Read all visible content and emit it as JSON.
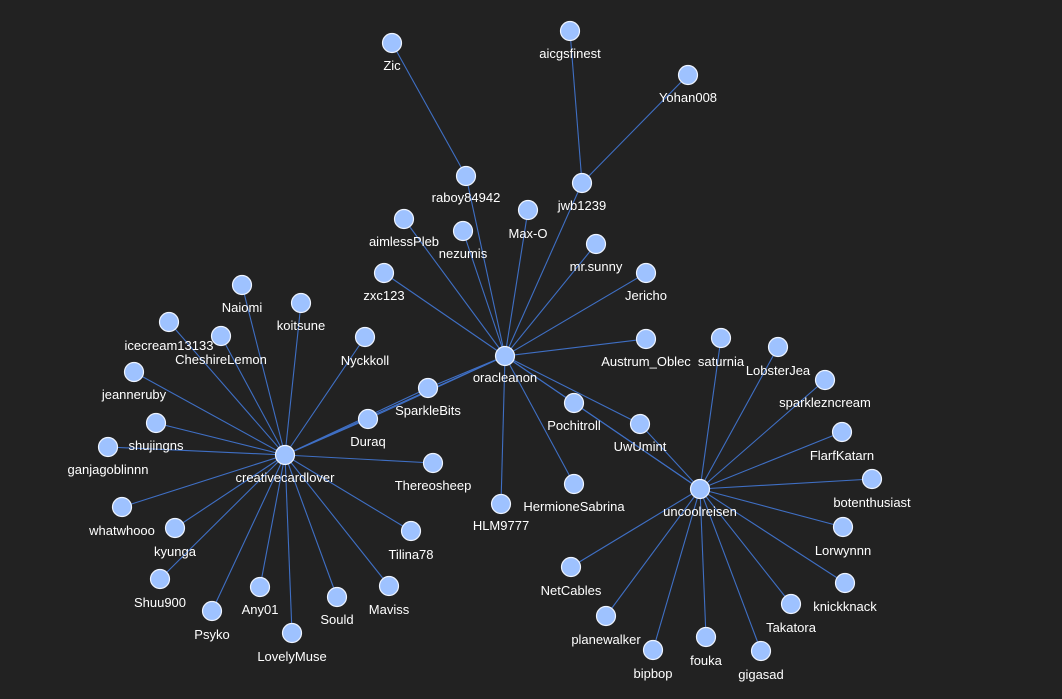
{
  "colors": {
    "background": "#222222",
    "node_fill": "#9ec2ff",
    "node_stroke": "#eef4ff",
    "edge": "#3f6fc4",
    "label": "#ffffff"
  },
  "chart_data": {
    "type": "network",
    "nodes": [
      {
        "id": "oracleanon",
        "label": "oracleanon"
      },
      {
        "id": "creativecardlover",
        "label": "creativecardlover"
      },
      {
        "id": "uncoolreisen",
        "label": "uncoolreisen"
      },
      {
        "id": "Zic",
        "label": "Zic"
      },
      {
        "id": "aicgsfinest",
        "label": "aicgsfinest"
      },
      {
        "id": "Yohan008",
        "label": "Yohan008"
      },
      {
        "id": "raboy84942",
        "label": "raboy84942"
      },
      {
        "id": "jwb1239",
        "label": "jwb1239"
      },
      {
        "id": "aimlessPleb",
        "label": "aimlessPleb"
      },
      {
        "id": "nezumis",
        "label": "nezumis"
      },
      {
        "id": "Max-O",
        "label": "Max-O"
      },
      {
        "id": "mr.sunny",
        "label": "mr.sunny"
      },
      {
        "id": "Jericho",
        "label": "Jericho"
      },
      {
        "id": "zxc123",
        "label": "zxc123"
      },
      {
        "id": "Austrum_Oblec",
        "label": "Austrum_Oblec"
      },
      {
        "id": "SparkleBits",
        "label": "SparkleBits"
      },
      {
        "id": "Duraq",
        "label": "Duraq"
      },
      {
        "id": "Pochitroll",
        "label": "Pochitroll"
      },
      {
        "id": "UwUmint",
        "label": "UwUmint"
      },
      {
        "id": "HermioneSabrina",
        "label": "HermioneSabrina"
      },
      {
        "id": "HLM9777",
        "label": "HLM9777"
      },
      {
        "id": "Naiomi",
        "label": "Naiomi"
      },
      {
        "id": "koitsune",
        "label": "koitsune"
      },
      {
        "id": "icecream13133",
        "label": "icecream13133"
      },
      {
        "id": "CheshireLemon",
        "label": "CheshireLemon"
      },
      {
        "id": "Nyckkoll",
        "label": "Nyckkoll"
      },
      {
        "id": "jeanneruby",
        "label": "jeanneruby"
      },
      {
        "id": "shujingns",
        "label": "shujingns"
      },
      {
        "id": "ganjagoblinnn",
        "label": "ganjagoblinnn"
      },
      {
        "id": "Thereosheep",
        "label": "Thereosheep"
      },
      {
        "id": "whatwhooo",
        "label": "whatwhooo"
      },
      {
        "id": "kyunga",
        "label": "kyunga"
      },
      {
        "id": "Tilina78",
        "label": "Tilina78"
      },
      {
        "id": "Shuu900",
        "label": "Shuu900"
      },
      {
        "id": "Psyko",
        "label": "Psyko"
      },
      {
        "id": "Any01",
        "label": "Any01"
      },
      {
        "id": "Sould",
        "label": "Sould"
      },
      {
        "id": "Maviss",
        "label": "Maviss"
      },
      {
        "id": "LovelyMuse",
        "label": "LovelyMuse"
      },
      {
        "id": "saturnia",
        "label": "saturnia"
      },
      {
        "id": "LobsterJea",
        "label": "LobsterJea"
      },
      {
        "id": "sparklezncream",
        "label": "sparklezncream"
      },
      {
        "id": "FlarfKatarn",
        "label": "FlarfKatarn"
      },
      {
        "id": "botenthusiast",
        "label": "botenthusiast"
      },
      {
        "id": "Lorwynnn",
        "label": "Lorwynnn"
      },
      {
        "id": "knickknack",
        "label": "knickknack"
      },
      {
        "id": "Takatora",
        "label": "Takatora"
      },
      {
        "id": "gigasad",
        "label": "gigasad"
      },
      {
        "id": "fouka",
        "label": "fouka"
      },
      {
        "id": "bipbop",
        "label": "bipbop"
      },
      {
        "id": "planewalker",
        "label": "planewalker"
      },
      {
        "id": "NetCables",
        "label": "NetCables"
      }
    ]
  }
}
